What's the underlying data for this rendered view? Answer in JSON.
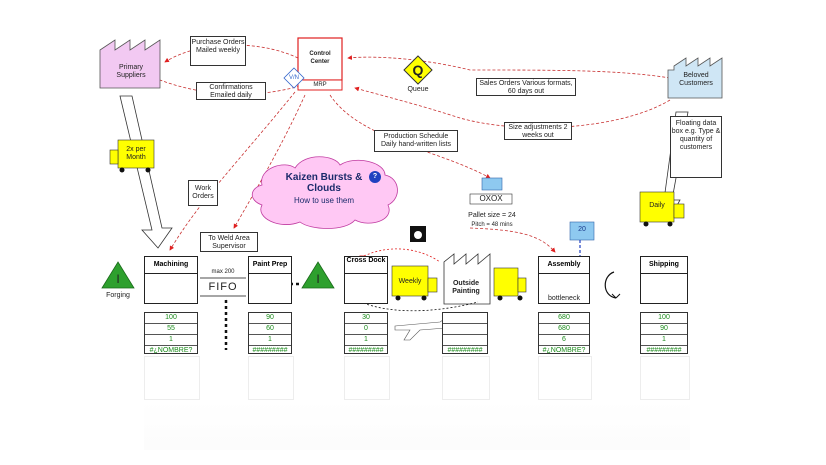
{
  "colors": {
    "supplier": "#f2c9f2",
    "customer": "#cfe6f5",
    "truck": "#ffff00",
    "kaizen": "#ffc8f4",
    "control": "#e02020",
    "data_green": "#1a8a1a",
    "arrow_red": "#e02020"
  },
  "supplier": {
    "label": "Primary Suppliers"
  },
  "customer": {
    "label": "Beloved Customers"
  },
  "control": {
    "title": "Control Center",
    "sub": "MRP",
    "vn": "V/N"
  },
  "queue": {
    "letter": "Q",
    "label": "Queue"
  },
  "notes": {
    "purchase": "Purchase Orders Mailed weekly",
    "confirm": "Confirmations Emailed daily",
    "sales": "Sales Orders Various formats, 60 days out",
    "size": "Size adjustments 2 weeks out",
    "schedule": "Production Schedule Daily hand-written lists",
    "work": "Work Orders",
    "weld": "To Weld Area Supervisor",
    "floating": "Floating data box e.g. Type & quantity of customers",
    "pallet": "Pallet size = 24",
    "pitch": "Pitch = 48 mins",
    "oxox": "OXOX"
  },
  "trucks": {
    "in": "2x per Month",
    "out": "Daily",
    "weekly": "Weekly"
  },
  "kaizen": {
    "title": "Kaizen Bursts & Clouds",
    "sub": "How to use them",
    "help": "?"
  },
  "forging": {
    "label": "Forging",
    "letter": "I"
  },
  "fifo": {
    "max": "max 200",
    "text": "FIFO"
  },
  "processes": [
    {
      "name": "Machining",
      "data": [
        "100",
        "55",
        "1",
        "#¿NOMBRE?"
      ]
    },
    {
      "name": "Paint Prep",
      "data": [
        "90",
        "60",
        "1",
        "#########"
      ]
    },
    {
      "name": "Cross Dock",
      "data": [
        "30",
        "0",
        "1",
        "#########"
      ]
    },
    {
      "name": "Outside Painting",
      "data": [
        "",
        "",
        "",
        "#########"
      ]
    },
    {
      "name": "Assembly",
      "sub": "bottleneck",
      "data": [
        "680",
        "680",
        "6",
        "#¿NOMBRE?"
      ]
    },
    {
      "name": "Shipping",
      "data": [
        "100",
        "90",
        "1",
        "#########"
      ]
    }
  ],
  "kanban": {
    "label": "20"
  }
}
